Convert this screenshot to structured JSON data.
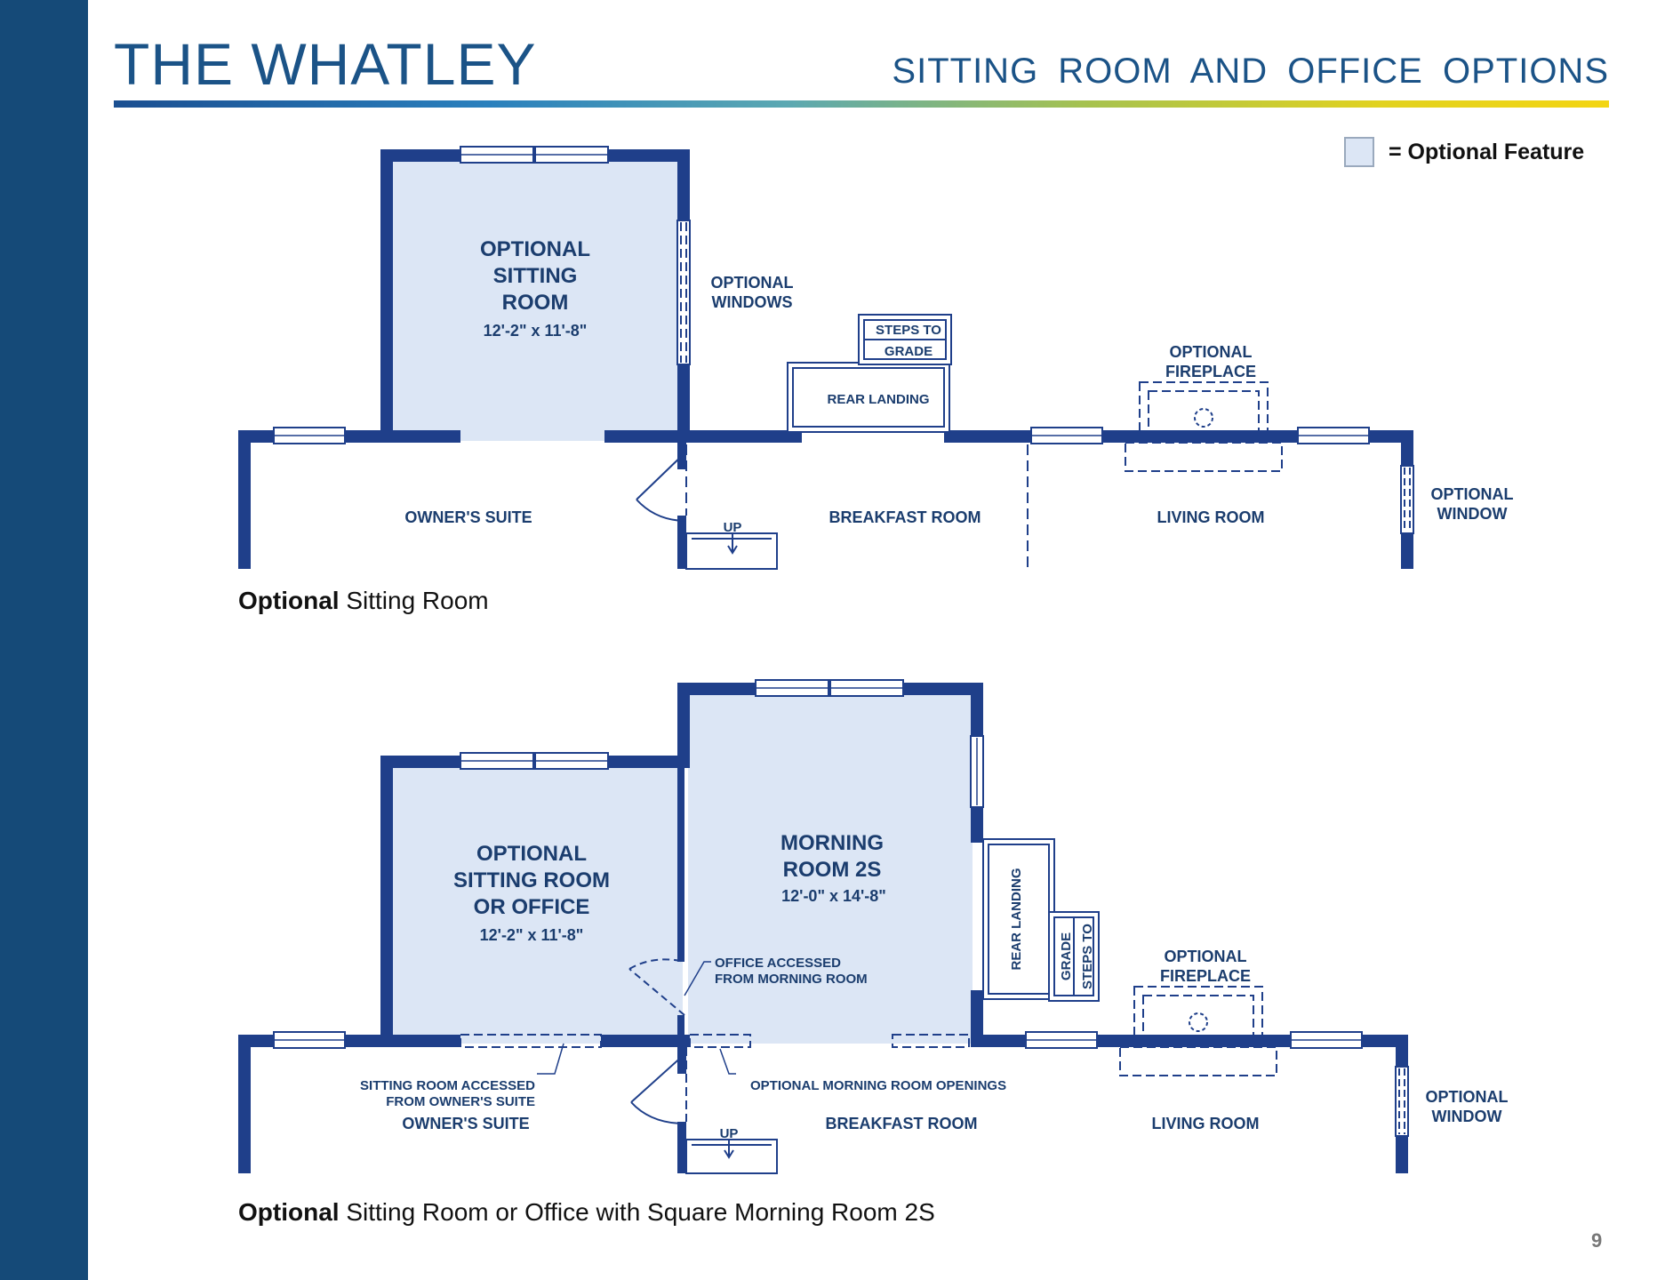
{
  "header": {
    "title": "THE WHATLEY",
    "subtitle": "SITTING ROOM AND OFFICE OPTIONS"
  },
  "legend": {
    "label": "= Optional Feature",
    "swatch_color": "#dce6f5"
  },
  "colors": {
    "sidebar": "#154a78",
    "wall": "#1f3f8a",
    "optional_fill": "#dce6f5",
    "label_text": "#1b3d6e"
  },
  "plan1": {
    "sitting_room_title": [
      "OPTIONAL",
      "SITTING",
      "ROOM"
    ],
    "sitting_room_dims": "12'-2\" x 11'-8\"",
    "optional_windows": [
      "OPTIONAL",
      "WINDOWS"
    ],
    "steps_to_grade": [
      "STEPS TO",
      "GRADE"
    ],
    "rear_landing": "REAR LANDING",
    "optional_fireplace": [
      "OPTIONAL",
      "FIREPLACE"
    ],
    "owners_suite": "OWNER'S SUITE",
    "up": "UP",
    "breakfast_room": "BREAKFAST ROOM",
    "living_room": "LIVING ROOM",
    "optional_window": [
      "OPTIONAL",
      "WINDOW"
    ],
    "caption_bold": "Optional",
    "caption_rest": " Sitting Room"
  },
  "plan2": {
    "sitting_room_title": [
      "OPTIONAL",
      "SITTING ROOM",
      "OR OFFICE"
    ],
    "sitting_room_dims": "12'-2\" x 11'-8\"",
    "morning_room_title": [
      "MORNING",
      "ROOM 2S"
    ],
    "morning_room_dims": "12'-0\" x 14'-8\"",
    "rear_landing": "REAR LANDING",
    "grade": "GRADE",
    "steps_to": "STEPS TO",
    "office_accessed": [
      "OFFICE ACCESSED",
      "FROM MORNING ROOM"
    ],
    "optional_fireplace": [
      "OPTIONAL",
      "FIREPLACE"
    ],
    "sitting_room_accessed": [
      "SITTING ROOM ACCESSED",
      "FROM OWNER'S SUITE"
    ],
    "optional_openings": "OPTIONAL MORNING ROOM OPENINGS",
    "owners_suite": "OWNER'S SUITE",
    "up": "UP",
    "breakfast_room": "BREAKFAST ROOM",
    "living_room": "LIVING ROOM",
    "optional_window": [
      "OPTIONAL",
      "WINDOW"
    ],
    "caption_bold": "Optional",
    "caption_rest": " Sitting Room or Office with Square Morning Room 2S"
  },
  "page_number": "9"
}
